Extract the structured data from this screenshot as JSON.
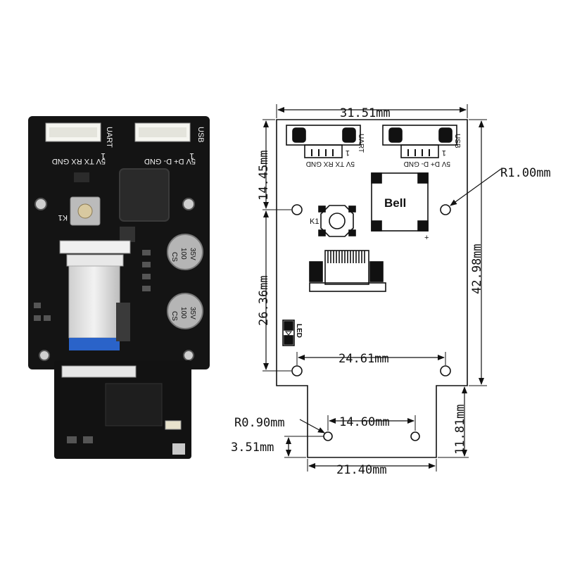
{
  "photo": {
    "uart_header_label": "UART",
    "usb_header_label": "USB",
    "uart_pins_label": "5V TX RX GND",
    "usb_pins_label": "5V D+ D- GND",
    "pin1_label": "1",
    "button_label": "K1",
    "cap1_label": [
      "CS",
      "100",
      "35V"
    ],
    "cap2_label": [
      "CS",
      "100",
      "35V"
    ]
  },
  "drawing": {
    "uart_label": "UART",
    "usb_label": "USB",
    "uart_pins": "5V TX RX GND",
    "usb_pins": "5V D+ D- GND",
    "pin1": "1",
    "button_label": "K1",
    "buzzer_label": "Bell",
    "plus_mark": "+",
    "led_label": "LED"
  },
  "dimensions": {
    "width_top": "31.51mm",
    "height_total": "42.98mm",
    "corner_radius": "R1.00mm",
    "left_top_offset": "14.45mm",
    "left_hole_spacing": "26.36mm",
    "hole_spacing_wide": "24.61mm",
    "hole_spacing_narrow": "14.60mm",
    "hole_radius_small": "R0.90mm",
    "bottom_hole_offset": "3.51mm",
    "bottom_width": "21.40mm",
    "bottom_tab_height": "11.81mm"
  }
}
